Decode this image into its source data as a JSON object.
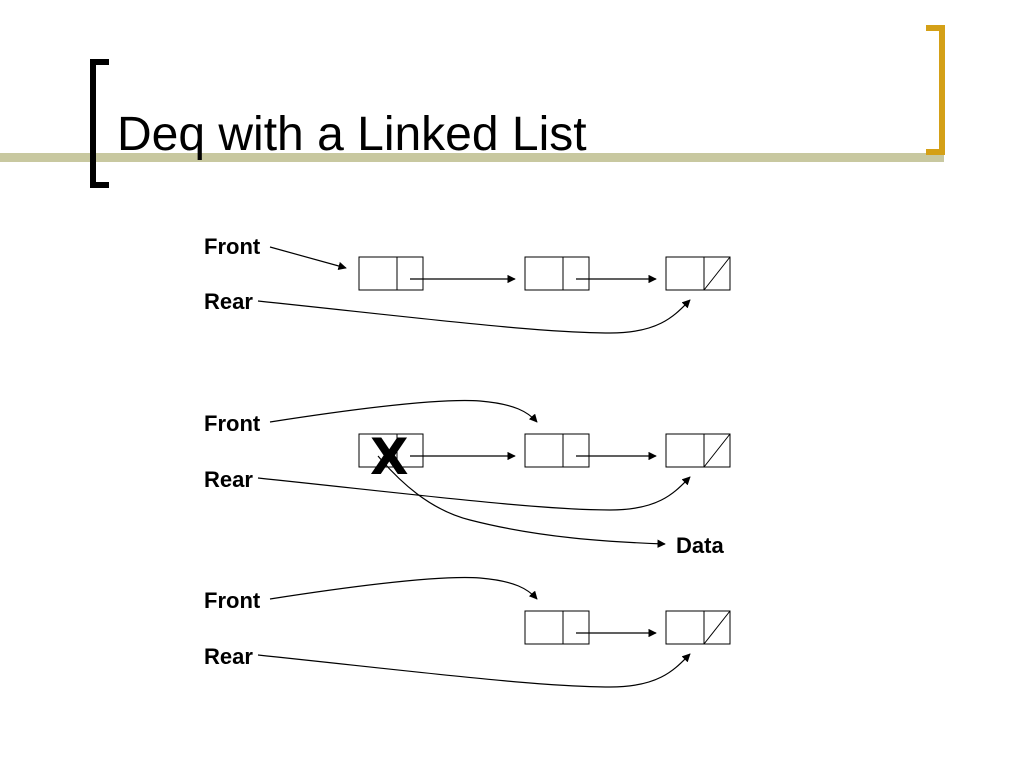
{
  "title": "Deq with a Linked List",
  "colors": {
    "accent_bracket": "#D4A017",
    "title_rule": "#C8C8A0",
    "dark_bracket": "#000000"
  },
  "diagrams": [
    {
      "front_label": "Front",
      "rear_label": "Rear"
    },
    {
      "front_label": "Front",
      "rear_label": "Rear",
      "removed_mark": "X",
      "data_label": "Data"
    },
    {
      "front_label": "Front",
      "rear_label": "Rear"
    }
  ]
}
